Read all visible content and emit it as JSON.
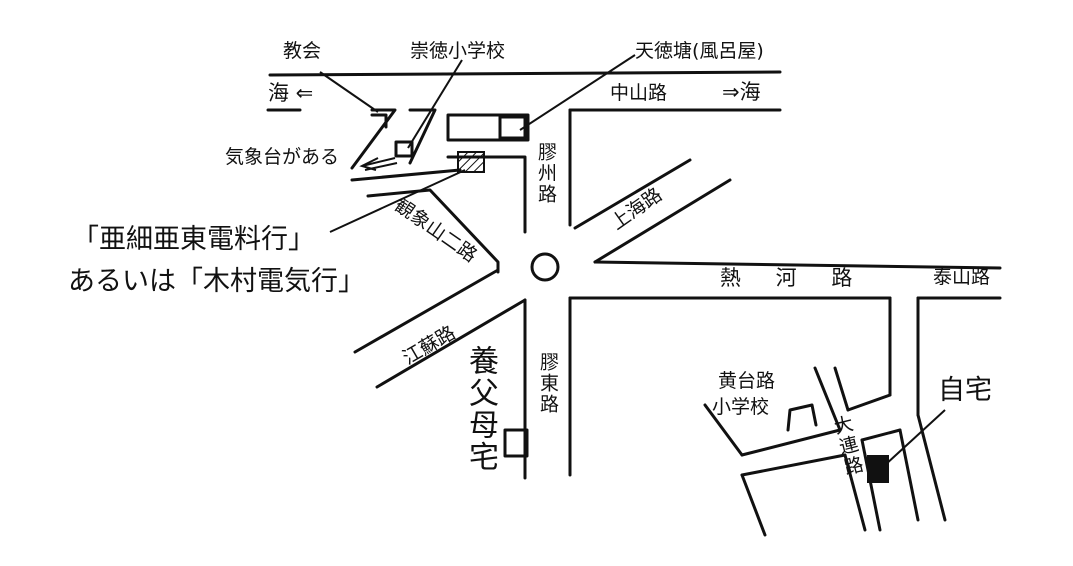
{
  "landmarks": {
    "church": "教会",
    "school_chongde": "崇徳小学校",
    "bathhouse": "天徳塘(風呂屋)",
    "weather_station": "気象台がある",
    "shop_names": "「亜細亜東電料行」",
    "shop_alt": "あるいは「木村電気行」",
    "foster_parents_home": "養父母宅",
    "huangtai_school_line1": "黄台路",
    "huangtai_school_line2": "小学校",
    "my_home": "自宅"
  },
  "roads": {
    "sea_left": "海 ⇐",
    "sea_right": "⇒海",
    "zhongshan": "中山路",
    "jiaozhou": "膠州路",
    "guanxiangshan": "観象山二路",
    "shanghai": "上海路",
    "rehe": "熱 河 路",
    "taishan": "泰山路",
    "jiangsu": "江蘇路",
    "jiaodong": "膠東路",
    "dalian": "大連路"
  },
  "colors": {
    "ink": "#111111",
    "paper": "#ffffff"
  }
}
